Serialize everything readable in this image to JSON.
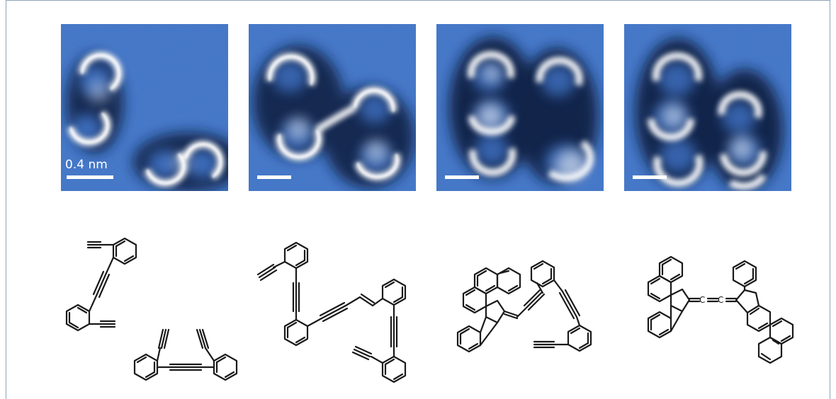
{
  "figure": {
    "scale_label": "0.4 nm",
    "panels": [
      {
        "id": "1",
        "has_scale_label": true
      },
      {
        "id": "2",
        "has_scale_label": false
      },
      {
        "id": "3",
        "has_scale_label": false
      },
      {
        "id": "4",
        "has_scale_label": false
      }
    ],
    "structures": [
      {
        "id": "1",
        "allene_labels": []
      },
      {
        "id": "2",
        "allene_labels": []
      },
      {
        "id": "3",
        "allene_labels": []
      },
      {
        "id": "4",
        "allene_labels": [
          "C",
          "C"
        ]
      }
    ],
    "colors": {
      "afm_background": "#3f72c4",
      "afm_bright": "#ffffff",
      "afm_dark": "#0b1a33",
      "bond": "#1a1a1a"
    }
  }
}
